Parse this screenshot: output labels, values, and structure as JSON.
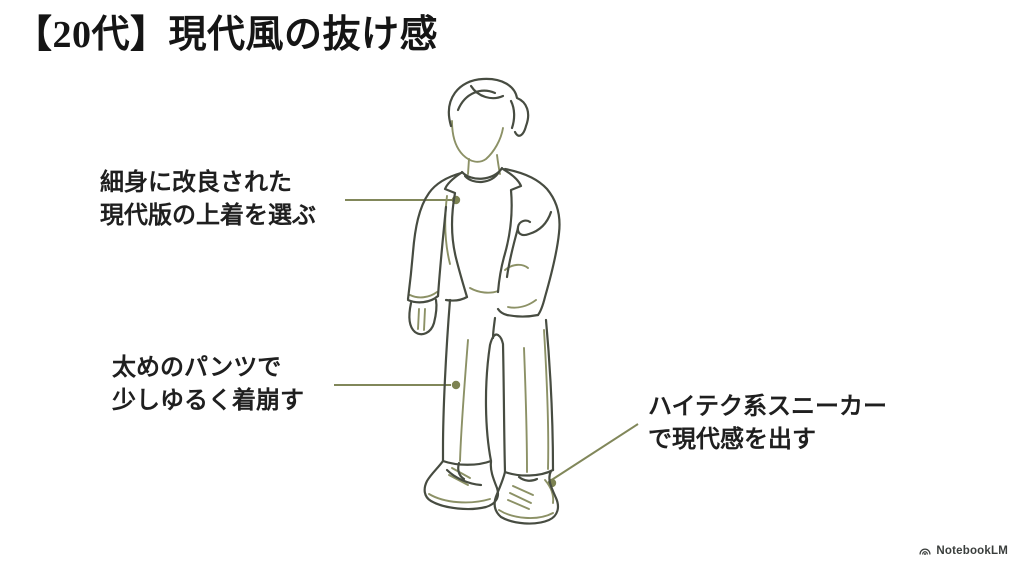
{
  "title": "【20代】現代風の抜け感",
  "annotations": [
    {
      "name": "jacket-note",
      "lines": [
        "細身に改良された",
        "現代版の上着を選ぶ"
      ]
    },
    {
      "name": "pants-note",
      "lines": [
        "太めのパンツで",
        "少しゆるく着崩す"
      ]
    },
    {
      "name": "sneakers-note",
      "lines": [
        "ハイテク系スニーカー",
        "で現代感を出す"
      ]
    }
  ],
  "illustration": {
    "icon": "man-line-art-illustration",
    "stroke_dark": "#474C41",
    "stroke_accent": "#8C9166"
  },
  "connectors": {
    "color": "#81875A",
    "count": 3
  },
  "branding": {
    "label": "NotebookLM",
    "icon": "notebooklm-icon",
    "color": "#3A3E3C"
  },
  "colors": {
    "background": "#FFFFFF",
    "title_text": "#151515",
    "annotation_text": "#1F1F1F",
    "accent_olive": "#81875A"
  }
}
